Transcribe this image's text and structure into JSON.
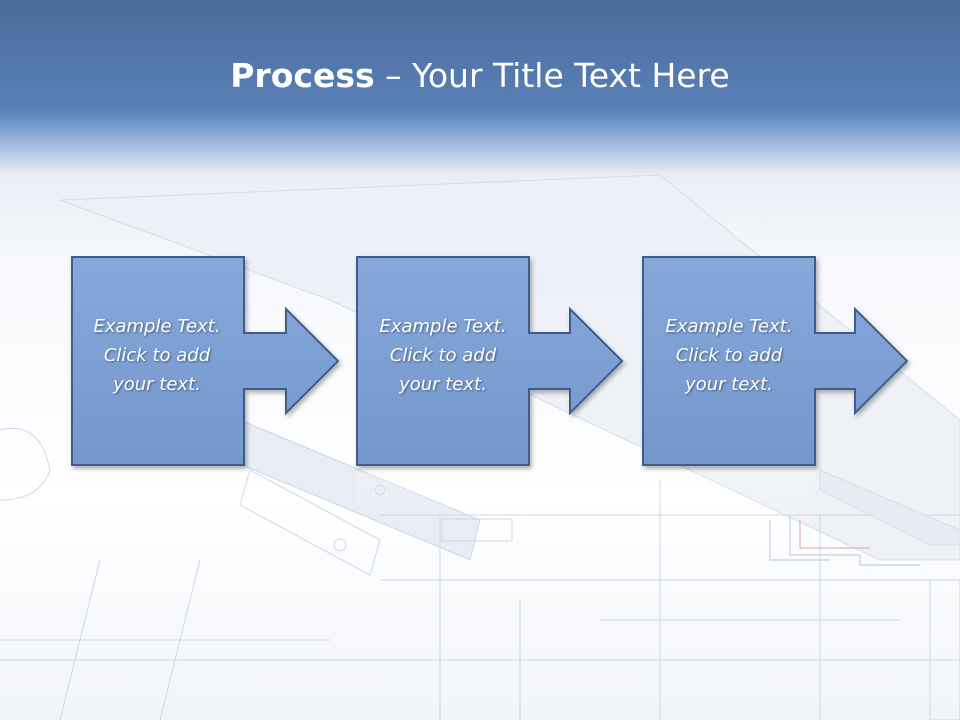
{
  "title": {
    "bold": "Process",
    "rest": " – Your Title Text Here"
  },
  "steps": [
    {
      "line1": "Example Text.",
      "line2": "Click  to add",
      "line3": "your text."
    },
    {
      "line1": "Example Text.",
      "line2": "Click  to add",
      "line3": "your text."
    },
    {
      "line1": "Example Text.",
      "line2": "Click  to add",
      "line3": "your text."
    }
  ],
  "colors": {
    "header": "#5a80b8",
    "shape_fill": "#7b9fd3",
    "shape_border": "#3f5d89",
    "text": "#ffffff"
  }
}
